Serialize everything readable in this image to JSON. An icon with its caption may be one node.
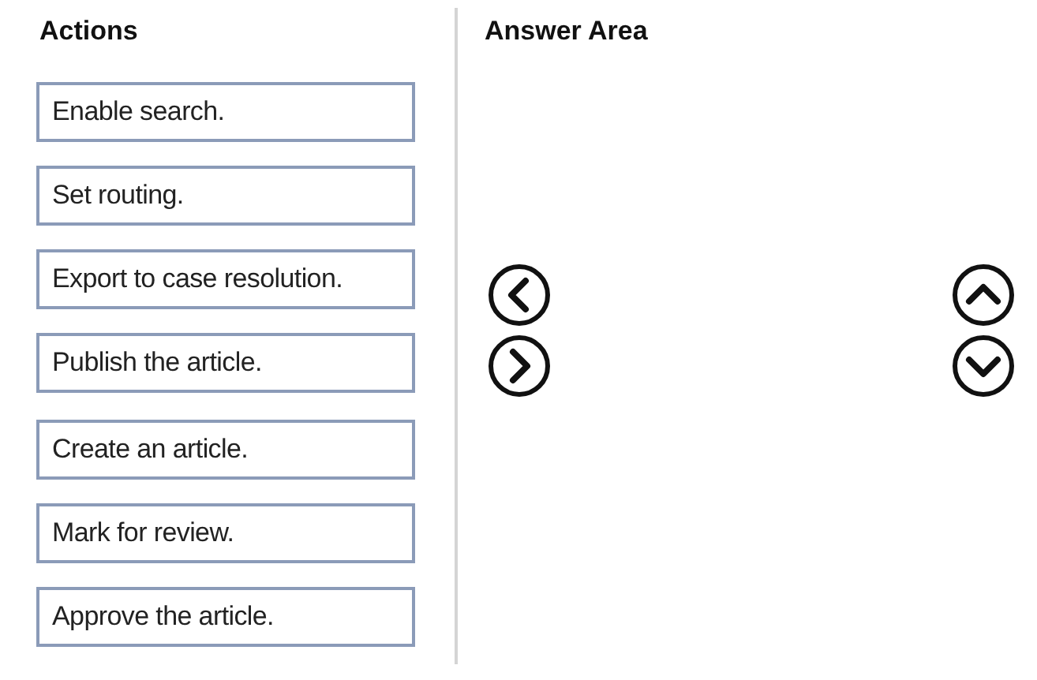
{
  "diagram": {
    "nodes": [
      {
        "text": [
          "Enable search."
        ]
      },
      {
        "text": [
          "Set routing."
        ]
      },
      {
        "text": [
          "Export to case resolution."
        ]
      },
      {
        "text": [
          "Publish the article."
        ]
      },
      {
        "text": [
          "Create an article."
        ]
      },
      {
        "text": [
          "Mark for review."
        ]
      },
      {
        "text": [
          "Approve the article."
        ]
      }
    ],
    "labels": [
      "Actions",
      "Answer Area"
    ]
  }
}
